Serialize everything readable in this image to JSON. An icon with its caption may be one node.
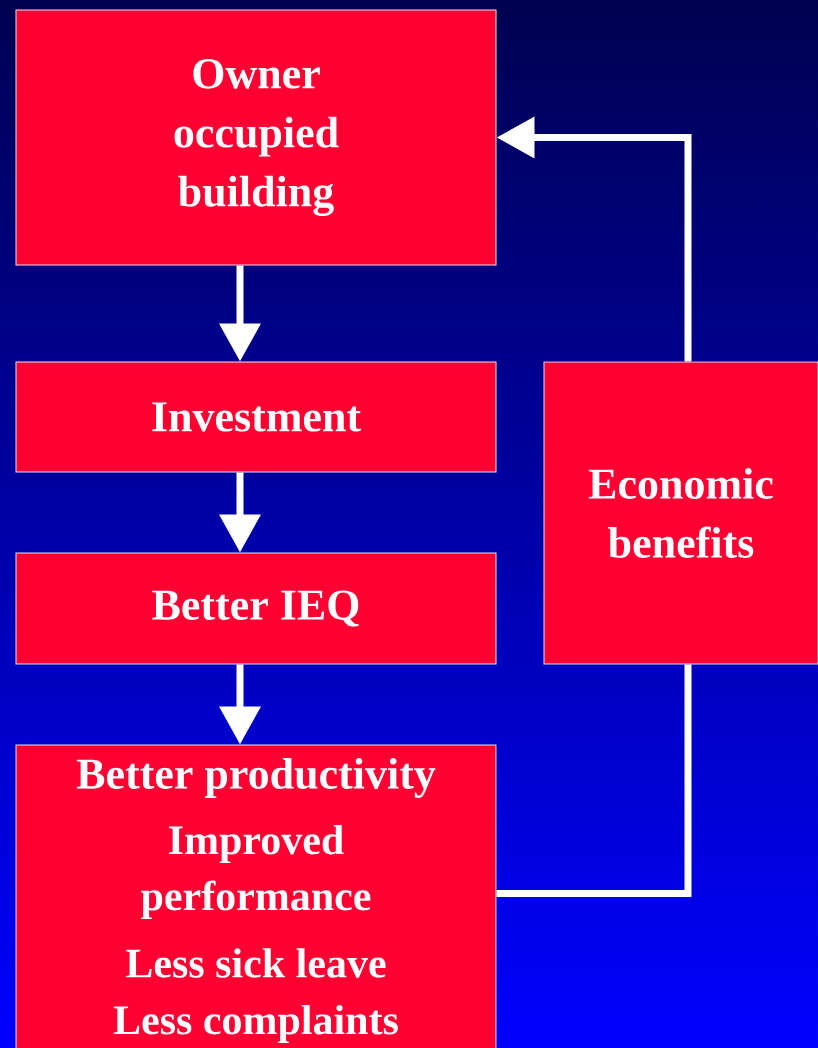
{
  "diagram": {
    "nodes": [
      {
        "text": [
          "Owner occupied building"
        ]
      },
      {
        "text": [
          "Investment"
        ]
      },
      {
        "text": [
          "Better IEQ"
        ]
      },
      {
        "text": [
          "Better productivity",
          "Improved performance",
          "Less sick leave",
          "Less complaints"
        ]
      },
      {
        "text": [
          "Economic benefits"
        ]
      }
    ],
    "edges": [
      {
        "from": 0,
        "to": 1,
        "arrow": "to"
      },
      {
        "from": 1,
        "to": 2,
        "arrow": "to"
      },
      {
        "from": 2,
        "to": 3,
        "arrow": "to"
      },
      {
        "from": 3,
        "to": 4,
        "arrow": "none"
      },
      {
        "from": 4,
        "to": 0,
        "arrow": "to"
      }
    ]
  }
}
